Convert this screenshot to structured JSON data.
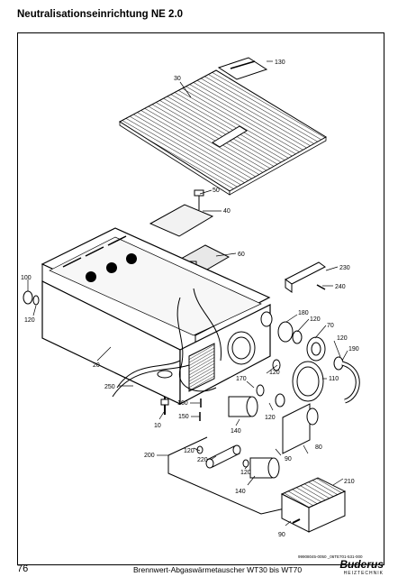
{
  "header": {
    "title": "Neutralisationseinrichtung NE 2.0"
  },
  "diagram": {
    "part_labels": [
      {
        "id": "p130",
        "text": "130"
      },
      {
        "id": "p30",
        "text": "30"
      },
      {
        "id": "p50",
        "text": "50"
      },
      {
        "id": "p40",
        "text": "40"
      },
      {
        "id": "p60",
        "text": "60"
      },
      {
        "id": "p230",
        "text": "230"
      },
      {
        "id": "p240",
        "text": "240"
      },
      {
        "id": "p100",
        "text": "100"
      },
      {
        "id": "p120a",
        "text": "120"
      },
      {
        "id": "p180",
        "text": "180"
      },
      {
        "id": "p120b",
        "text": "120"
      },
      {
        "id": "p70",
        "text": "70"
      },
      {
        "id": "p120c",
        "text": "120"
      },
      {
        "id": "p190",
        "text": "190"
      },
      {
        "id": "p20",
        "text": "20"
      },
      {
        "id": "p120d",
        "text": "120"
      },
      {
        "id": "p170",
        "text": "170"
      },
      {
        "id": "p110",
        "text": "110"
      },
      {
        "id": "p250",
        "text": "250"
      },
      {
        "id": "p160",
        "text": "160"
      },
      {
        "id": "p150",
        "text": "150"
      },
      {
        "id": "p120e",
        "text": "120"
      },
      {
        "id": "p10",
        "text": "10"
      },
      {
        "id": "p140a",
        "text": "140"
      },
      {
        "id": "p80",
        "text": "80"
      },
      {
        "id": "p200",
        "text": "200"
      },
      {
        "id": "p120f",
        "text": "120"
      },
      {
        "id": "p220",
        "text": "220"
      },
      {
        "id": "p90a",
        "text": "90"
      },
      {
        "id": "p120g",
        "text": "120"
      },
      {
        "id": "p210",
        "text": "210"
      },
      {
        "id": "p140b",
        "text": "140"
      },
      {
        "id": "p90b",
        "text": "90"
      }
    ],
    "drawing_code": "99908045-0050 _06TE701-531-000"
  },
  "footer": {
    "page_number": "76",
    "text": "Brennwert-Abgaswärmetauscher WT30 bis WT70",
    "brand": "Buderus",
    "brand_sub": "HEIZTECHNIK"
  }
}
